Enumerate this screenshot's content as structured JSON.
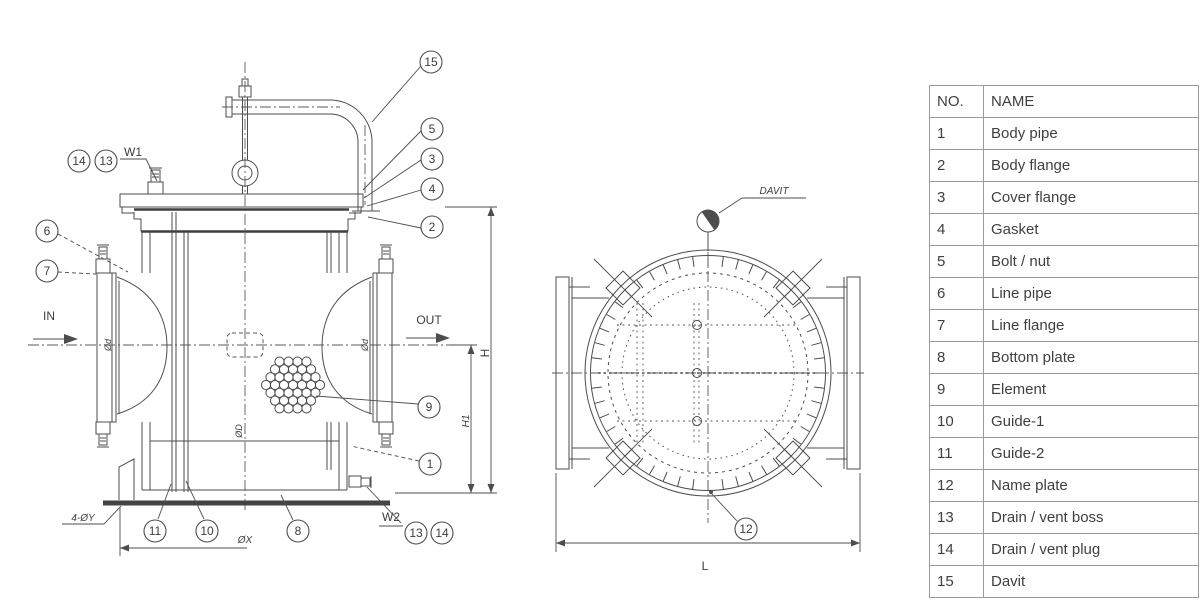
{
  "colors": {
    "line": "#4d4d4d",
    "text": "#3d3d3d",
    "table_border": "#9b9b9b",
    "background": "#ffffff"
  },
  "callouts": {
    "b15": "15",
    "b5": "5",
    "b3": "3",
    "b4": "4",
    "b2": "2",
    "b14a": "14",
    "b13a": "13",
    "b6": "6",
    "b7": "7",
    "b9": "9",
    "b1": "1",
    "b11": "11",
    "b10": "10",
    "b8": "8",
    "b13b": "13",
    "b14b": "14",
    "b12": "12"
  },
  "labels": {
    "w1": "W1",
    "w2": "W2",
    "flow_in": "IN",
    "flow_out": "OUT",
    "davit": "DAVIT",
    "holes": "4-ØY",
    "dia_x": "ØX",
    "dim_h": "H",
    "dim_h1": "H1",
    "dim_l": "L",
    "nozzle_dia_in": "Ød",
    "nozzle_dia_out": "Ød",
    "body_dia": "ØD"
  },
  "parts_table": {
    "headers": [
      "NO.",
      "NAME"
    ],
    "rows": [
      [
        "1",
        "Body pipe"
      ],
      [
        "2",
        "Body flange"
      ],
      [
        "3",
        "Cover flange"
      ],
      [
        "4",
        "Gasket"
      ],
      [
        "5",
        "Bolt / nut"
      ],
      [
        "6",
        "Line pipe"
      ],
      [
        "7",
        "Line flange"
      ],
      [
        "8",
        "Bottom plate"
      ],
      [
        "9",
        "Element"
      ],
      [
        "10",
        "Guide-1"
      ],
      [
        "11",
        "Guide-2"
      ],
      [
        "12",
        "Name plate"
      ],
      [
        "13",
        "Drain / vent boss"
      ],
      [
        "14",
        "Drain / vent plug"
      ],
      [
        "15",
        "Davit"
      ]
    ]
  }
}
